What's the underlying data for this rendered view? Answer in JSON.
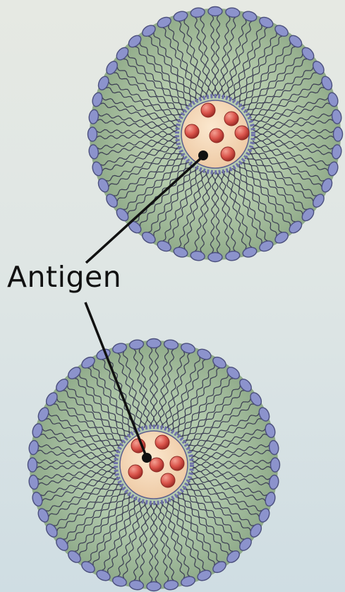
{
  "label": {
    "text": "Antigen"
  },
  "colors": {
    "background": "#dfe6e4",
    "head_fill": "#8c93cc",
    "head_stroke": "#4b4f7d",
    "tail_stroke": "#3b3d52",
    "halo": "#90ad86",
    "core_fill": "#f3d6b6",
    "antigen_fill": "#d9534a",
    "pointer": "#111111"
  },
  "icons": [
    "micelle-icon",
    "phospholipid-head-icon",
    "antigen-particle-icon"
  ],
  "diagram": {
    "structures": [
      {
        "name": "upper-liposome",
        "antigen_particles": 6
      },
      {
        "name": "lower-liposome",
        "antigen_particles": 6
      }
    ]
  }
}
